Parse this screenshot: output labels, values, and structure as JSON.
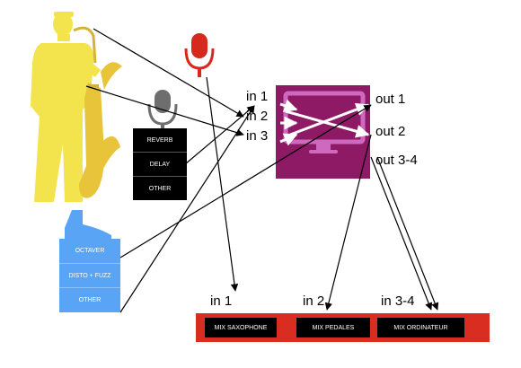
{
  "effects_box": {
    "items": [
      "REVERB",
      "DELAY",
      "OTHER"
    ]
  },
  "pedals_box": {
    "items": [
      "OCTAVER",
      "DISTO + FUZZ",
      "OTHER"
    ]
  },
  "computer": {
    "inputs": [
      "in 1",
      "in 2",
      "in 3"
    ],
    "outputs": [
      "out 1",
      "out 2",
      "out 3-4"
    ]
  },
  "mixer": {
    "input_labels": [
      "in 1",
      "in 2",
      "in 3-4"
    ],
    "channels": [
      "MIX SAXOPHONE",
      "MIX PEDALES",
      "MIX ORDINATEUR"
    ]
  },
  "colors": {
    "saxophonist": "#f3e34d",
    "saxophone": "#e8c43a",
    "sax_mic": "#6e6e6e",
    "vocal_mic": "#d6281c",
    "computer_body": "#8e1a66",
    "computer_screen": "#cf68bf",
    "foot": "#5aa4f5",
    "mixer": "#d82d20"
  }
}
